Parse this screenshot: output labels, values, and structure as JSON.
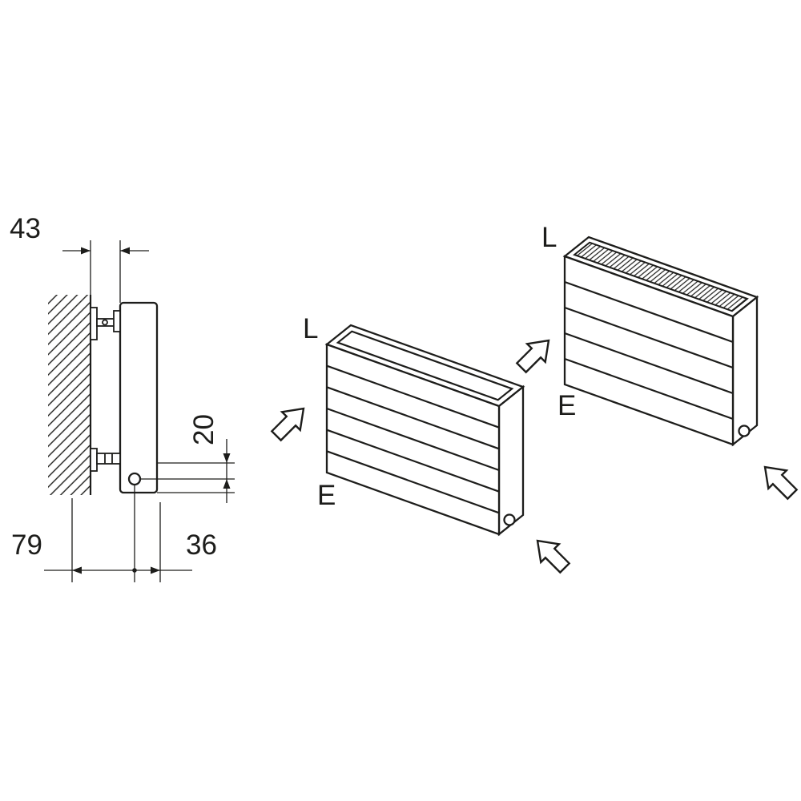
{
  "side_view": {
    "dim_wall_offset": "43",
    "dim_pipe_height": "20",
    "dim_wall_to_pipe": "79",
    "dim_pipe_to_front": "36"
  },
  "radiators": {
    "middle": {
      "top_label": "L",
      "bottom_label": "E"
    },
    "right": {
      "top_label": "L",
      "bottom_label": "E"
    }
  },
  "colors": {
    "ink": "#1d1d1b",
    "background": "#ffffff"
  }
}
